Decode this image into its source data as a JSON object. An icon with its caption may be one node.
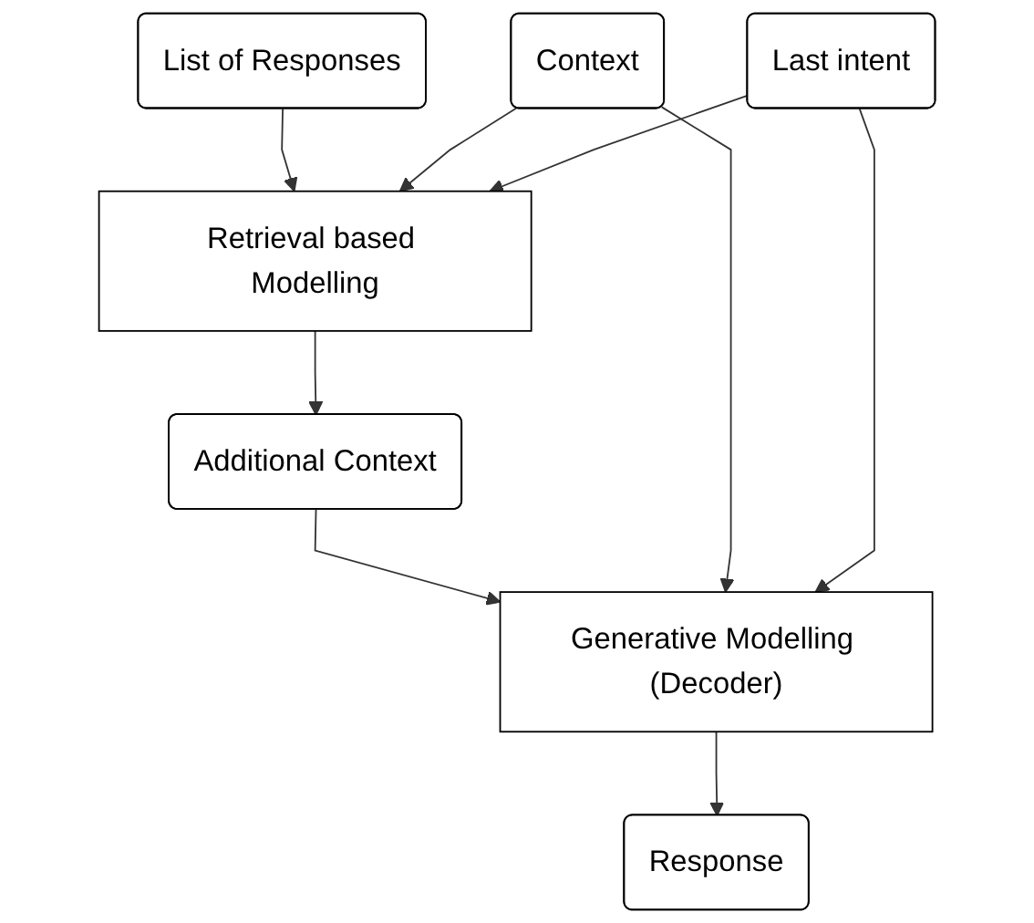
{
  "diagram": {
    "nodes": [
      {
        "text": [
          "List of Responses"
        ]
      },
      {
        "text": [
          "Context"
        ]
      },
      {
        "text": [
          "Last intent"
        ]
      },
      {
        "text": [
          "Retrieval based Modelling"
        ]
      },
      {
        "text": [
          "Additional Context"
        ]
      },
      {
        "text": [
          "Generative Modelling (Decoder)"
        ]
      },
      {
        "text": [
          "Response"
        ]
      }
    ],
    "edges": [
      {
        "from": 0,
        "to": 3,
        "arrow": "to"
      },
      {
        "from": 1,
        "to": 3,
        "arrow": "to"
      },
      {
        "from": 2,
        "to": 3,
        "arrow": "to"
      },
      {
        "from": 3,
        "to": 4,
        "arrow": "to"
      },
      {
        "from": 4,
        "to": 5,
        "arrow": "to"
      },
      {
        "from": 1,
        "to": 5,
        "arrow": "to"
      },
      {
        "from": 2,
        "to": 5,
        "arrow": "to"
      },
      {
        "from": 5,
        "to": 6,
        "arrow": "to"
      }
    ]
  }
}
